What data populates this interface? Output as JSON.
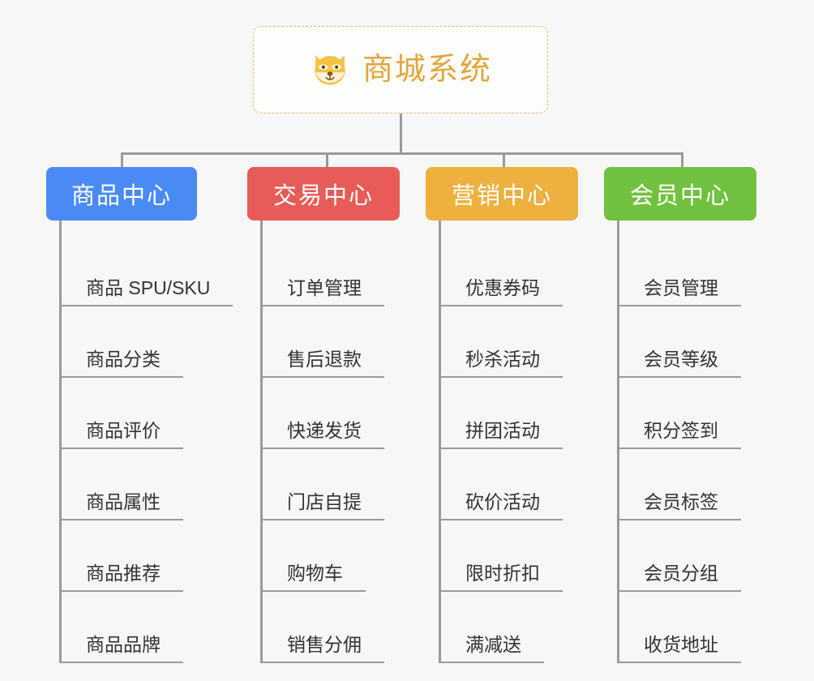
{
  "background_color": "#f7f7f7",
  "connector_color": "#9a9a9a",
  "root": {
    "title": "商城系统",
    "icon": "shiba-dog-emoji",
    "text_color": "#e3a73c",
    "border_color": "#e9b96b",
    "background_color": "#fdfdfc"
  },
  "categories": [
    {
      "label": "商品中心",
      "color": "#4a8af4",
      "items": [
        "商品 SPU/SKU",
        "商品分类",
        "商品评价",
        "商品属性",
        "商品推荐",
        "商品品牌"
      ]
    },
    {
      "label": "交易中心",
      "color": "#e75c58",
      "items": [
        "订单管理",
        "售后退款",
        "快递发货",
        "门店自提",
        "购物车",
        "销售分佣"
      ]
    },
    {
      "label": "营销中心",
      "color": "#eeb03f",
      "items": [
        "优惠券码",
        "秒杀活动",
        "拼团活动",
        "砍价活动",
        "限时折扣",
        "满减送"
      ]
    },
    {
      "label": "会员中心",
      "color": "#71c13f",
      "items": [
        "会员管理",
        "会员等级",
        "积分签到",
        "会员标签",
        "会员分组",
        "收货地址"
      ]
    }
  ]
}
